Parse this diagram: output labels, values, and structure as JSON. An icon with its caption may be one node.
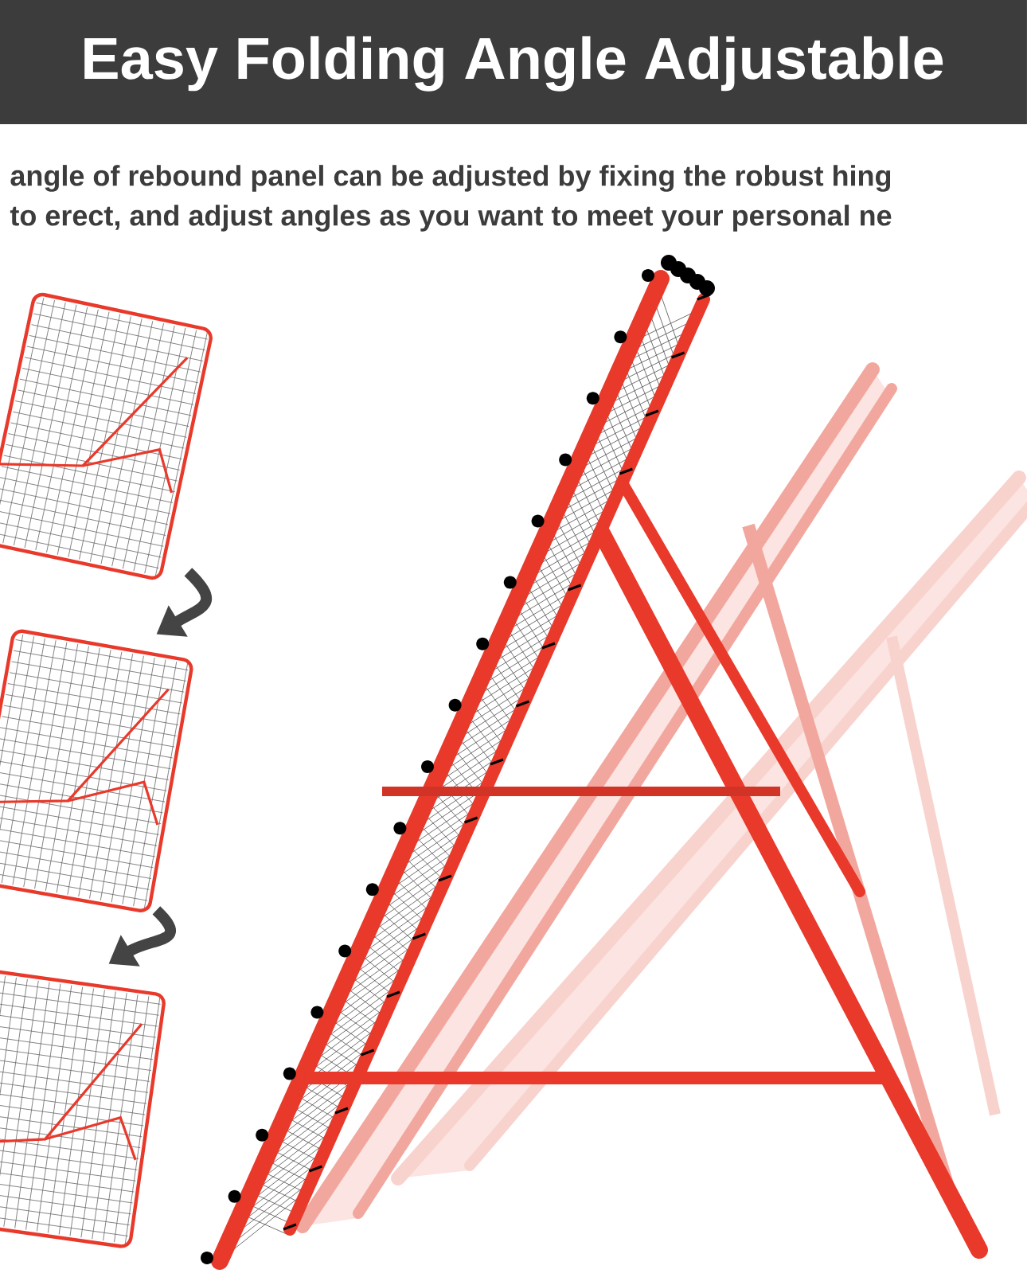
{
  "diagram": {
    "title": "Easy Folding Angle Adjustable",
    "nodes": [
      {
        "text": [],
        "shape": "picture"
      },
      {
        "text": [],
        "shape": "picture"
      },
      {
        "text": [],
        "shape": "picture"
      }
    ],
    "edges": [
      {
        "from": 0,
        "to": 1,
        "arrow": "to"
      },
      {
        "from": 1,
        "to": 2,
        "arrow": "to"
      }
    ],
    "labels": [
      "angle of rebound panel can be adjusted by fixing the robust hing",
      "to erect, and adjust angles as you want to meet your personal ne"
    ]
  }
}
